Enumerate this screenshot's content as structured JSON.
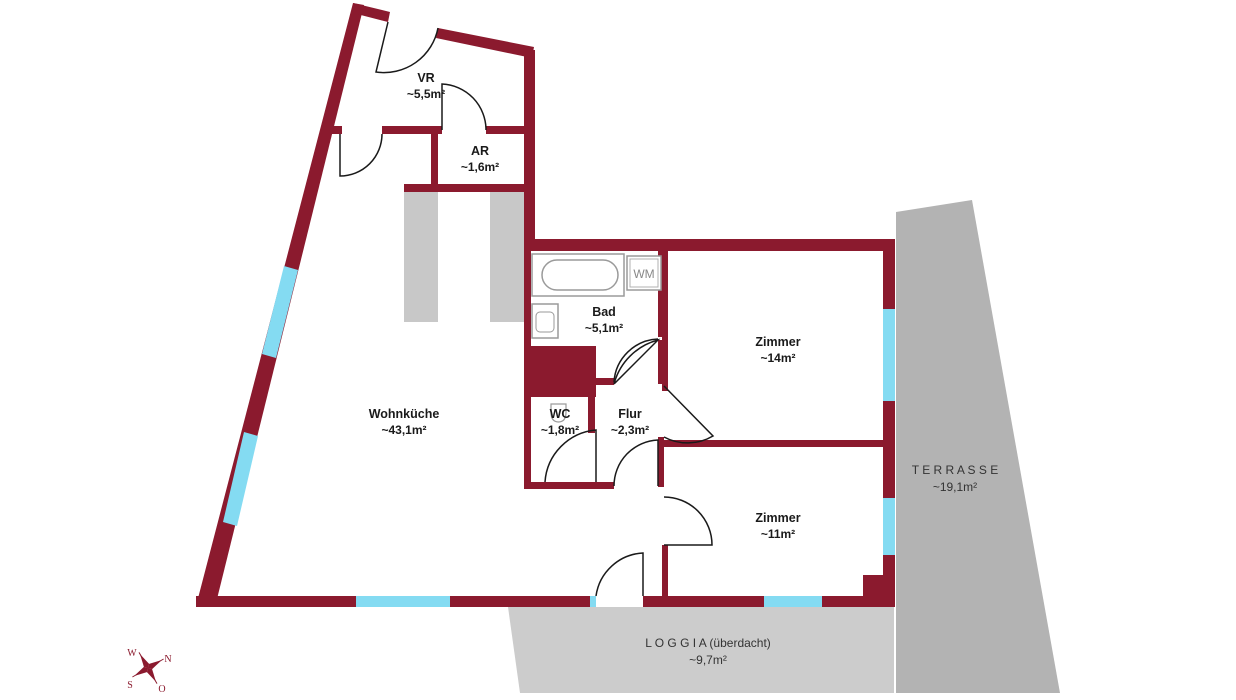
{
  "colors": {
    "wall": "#8b1a2e",
    "window": "#84dbf2",
    "terrace": "#b3b3b3",
    "loggia": "#cccccc",
    "fixture": "#c8c8c8",
    "text": "#1a1a1a"
  },
  "rooms": {
    "vr": {
      "name": "VR",
      "area": "~5,5m²"
    },
    "ar": {
      "name": "AR",
      "area": "~1,6m²"
    },
    "bad": {
      "name": "Bad",
      "area": "~5,1m²"
    },
    "wohnkueche": {
      "name": "Wohnküche",
      "area": "~43,1m²"
    },
    "wc": {
      "name": "WC",
      "area": "~1,8m²"
    },
    "flur": {
      "name": "Flur",
      "area": "~2,3m²"
    },
    "zimmer1": {
      "name": "Zimmer",
      "area": "~14m²"
    },
    "zimmer2": {
      "name": "Zimmer",
      "area": "~11m²"
    }
  },
  "outdoor": {
    "terrasse": {
      "name": "T E R R A S S E",
      "area": "~19,1m²"
    },
    "loggia": {
      "name": "L O G G I A (überdacht)",
      "area": "~9,7m²"
    }
  },
  "fixtures": {
    "washing_machine": "WM"
  },
  "compass": {
    "w": "W",
    "n": "N",
    "s": "S",
    "o": "O",
    "icon": "compass-rose-icon"
  }
}
